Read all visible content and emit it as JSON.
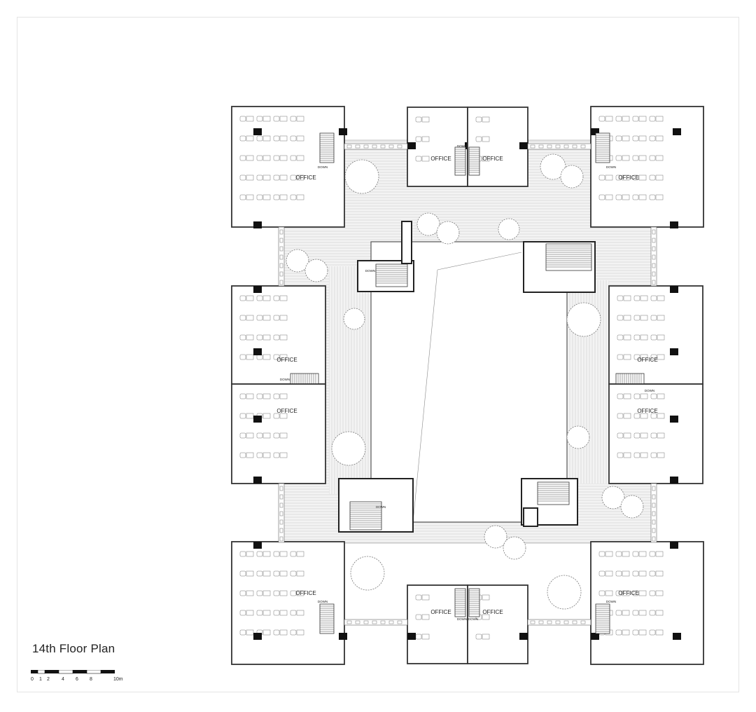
{
  "title": "14th Floor Plan",
  "room_label": "OFFICE",
  "stair_label": "DOWN",
  "scale_bar": {
    "ticks": [
      "0",
      "1",
      "2",
      "4",
      "6",
      "8",
      "10m"
    ]
  },
  "colors": {
    "line": "#333333",
    "fill_dark": "#111111",
    "deck": "#f1f1f1",
    "tree": "#ffffff"
  }
}
